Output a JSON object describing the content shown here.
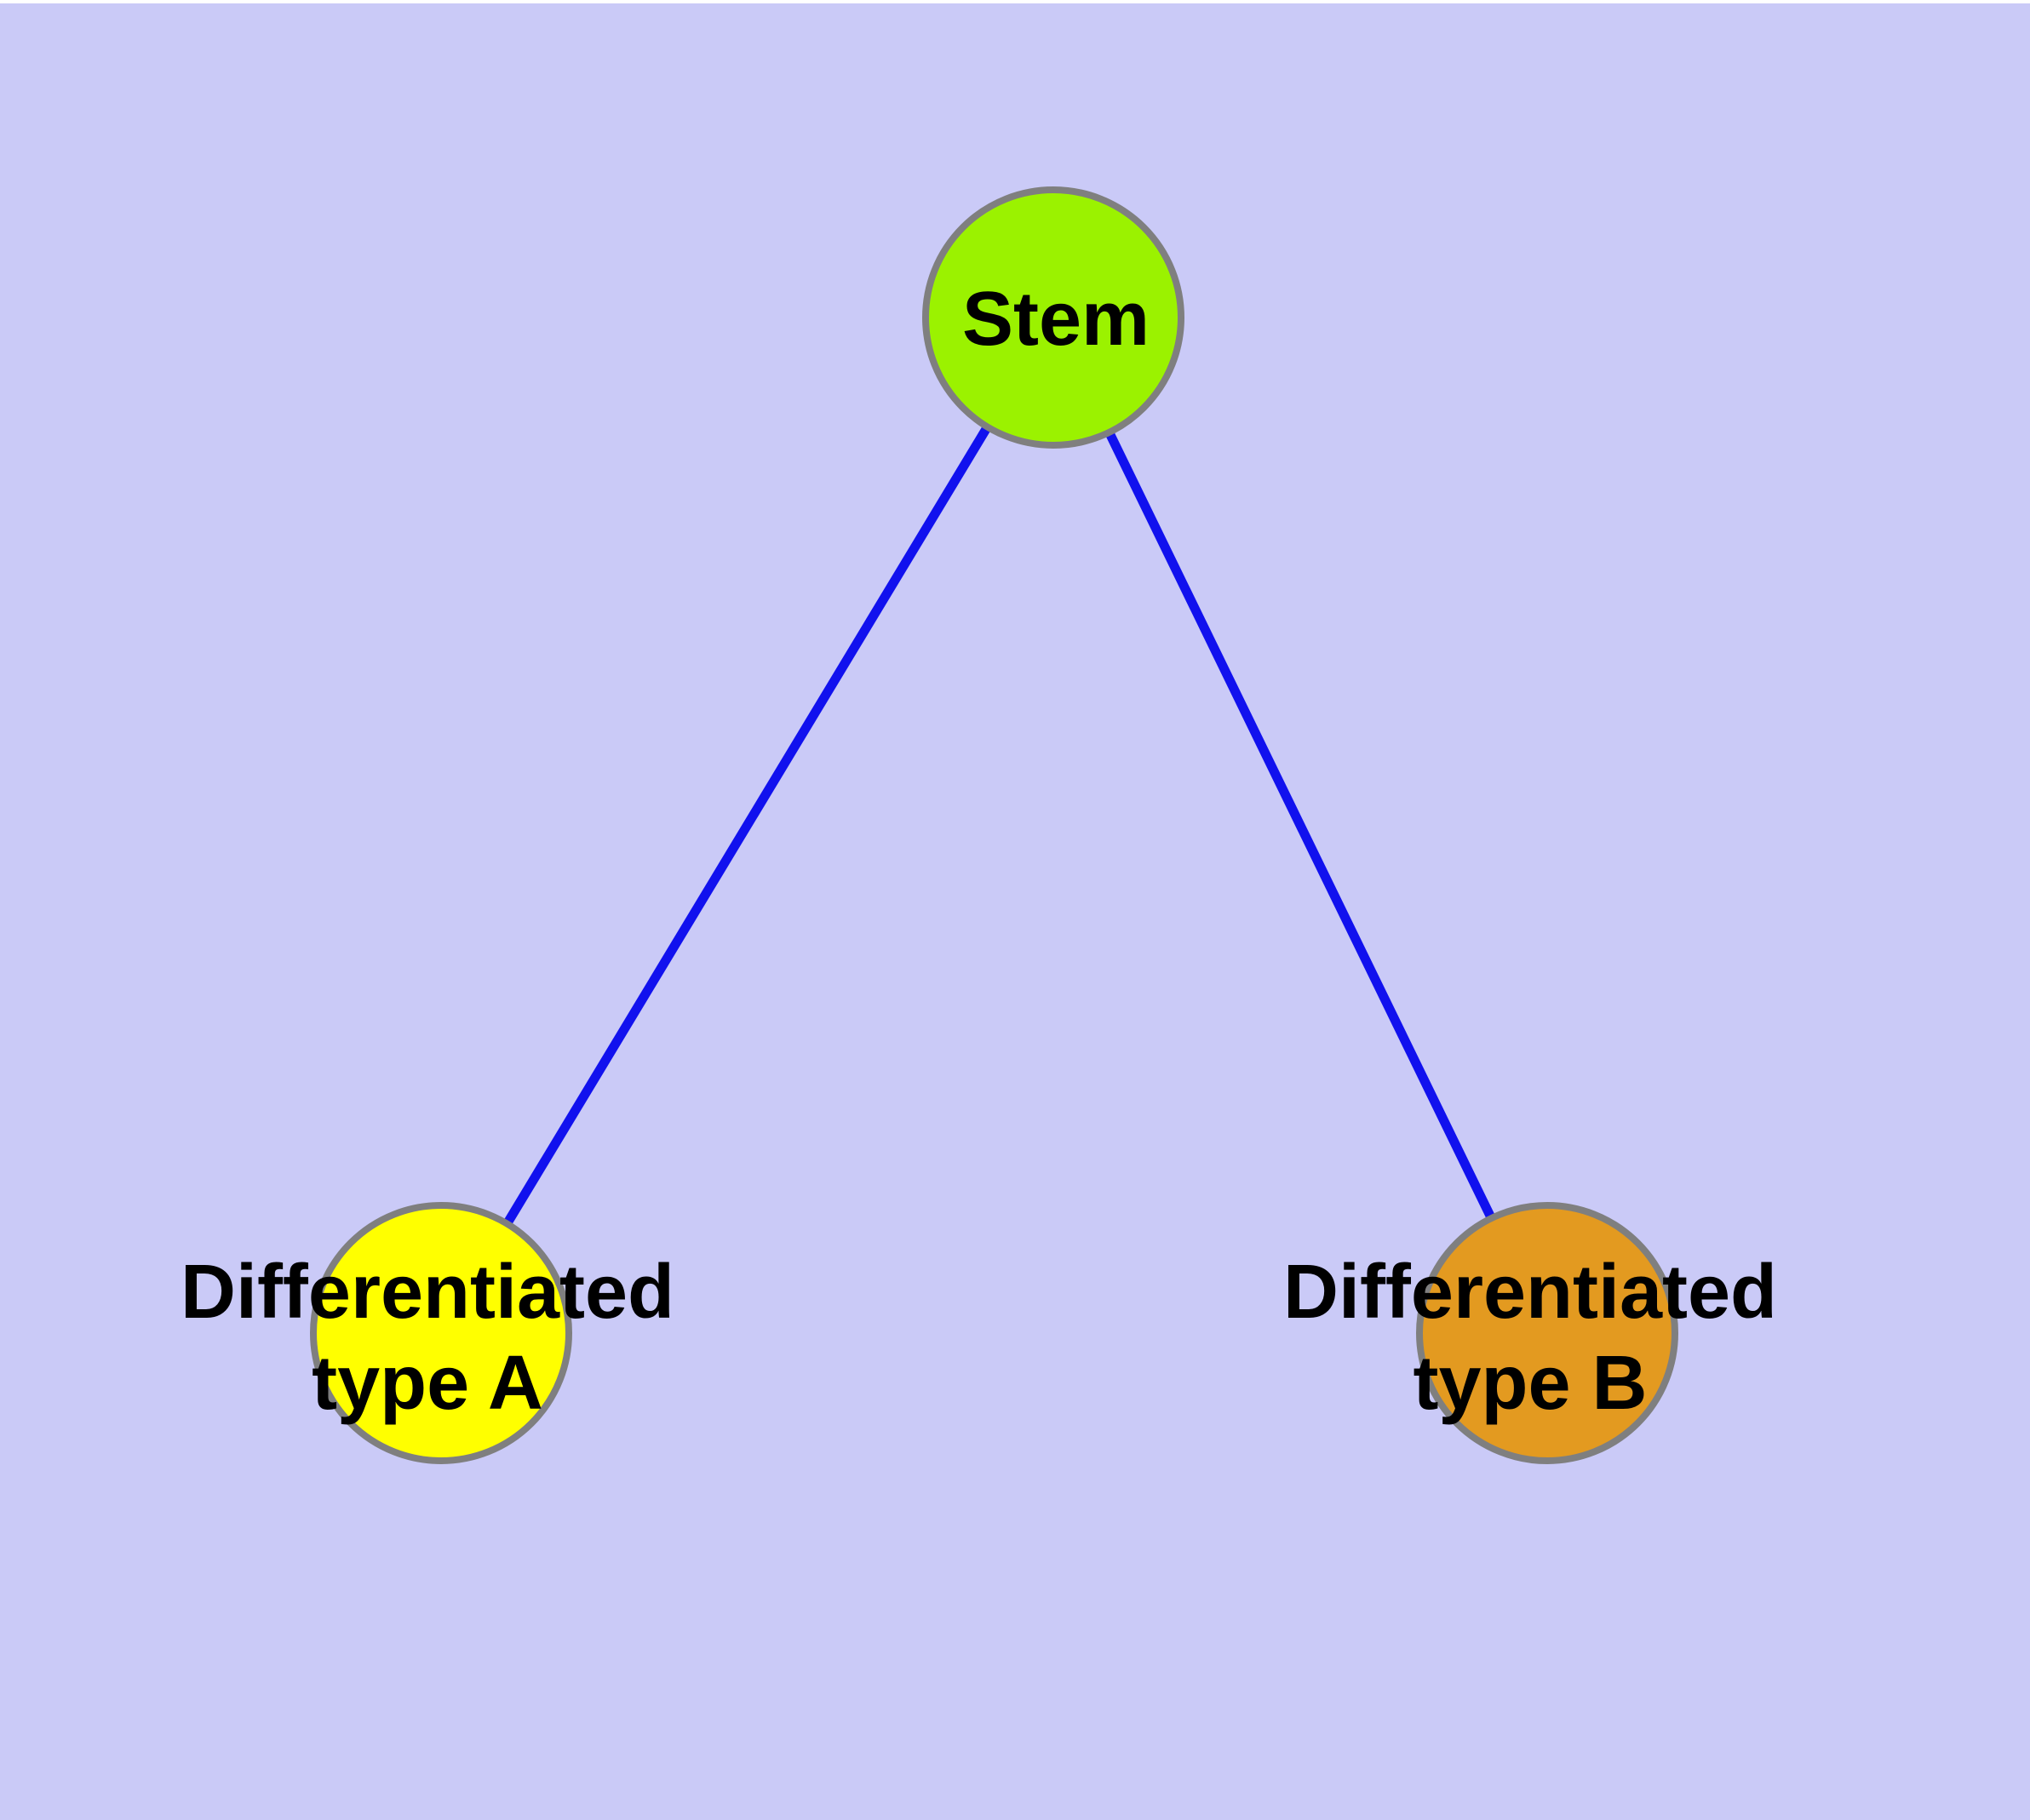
{
  "canvas": {
    "background_color": "#cacaf7",
    "top_strip_color": "#ffffff"
  },
  "nodes": {
    "stem": {
      "label": "Stem",
      "fill": "#9bf200",
      "stroke": "#7f7f7f",
      "text_color": "#000000"
    },
    "type_a": {
      "label_line1": "Differentiated",
      "label_line2": "type A",
      "fill": "#ffff00",
      "stroke": "#7f7f7f",
      "text_color": "#000000"
    },
    "type_b": {
      "label_line1": "Differentiated",
      "label_line2": "type B",
      "fill": "#e39a20",
      "stroke": "#7f7f7f",
      "text_color": "#000000"
    }
  },
  "edges": {
    "stem_to_a": {
      "color": "#1111ee"
    },
    "stem_to_b": {
      "color": "#1111ee"
    }
  }
}
